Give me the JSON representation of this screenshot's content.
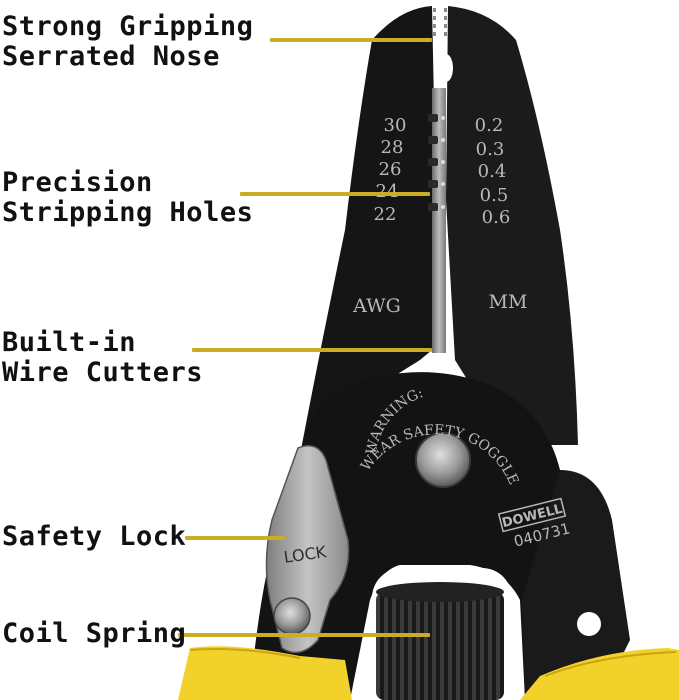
{
  "callouts": {
    "nose": [
      "Strong Gripping",
      "Serrated Nose"
    ],
    "holes": [
      "Precision",
      "Stripping Holes"
    ],
    "cutters": [
      "Built-in",
      "Wire Cutters"
    ],
    "lock": [
      "Safety Lock"
    ],
    "spring": [
      "Coil Spring"
    ]
  },
  "tool": {
    "awg_sizes": [
      "30",
      "28",
      "26",
      "24",
      "22"
    ],
    "mm_sizes": [
      "0.2",
      "0.3",
      "0.4",
      "0.5",
      "0.6"
    ],
    "awg_label": "AWG",
    "mm_label": "MM",
    "warning_line1": "WARNING:",
    "warning_line2": "WEAR SAFETY GOGGLES",
    "brand": "DOWELL",
    "model": "040731",
    "lock_text": "LOCK"
  },
  "colors": {
    "leader": "#c9ad24",
    "handle": "#f2d12a",
    "body": "#161616",
    "steel": "#9c9c9c"
  }
}
